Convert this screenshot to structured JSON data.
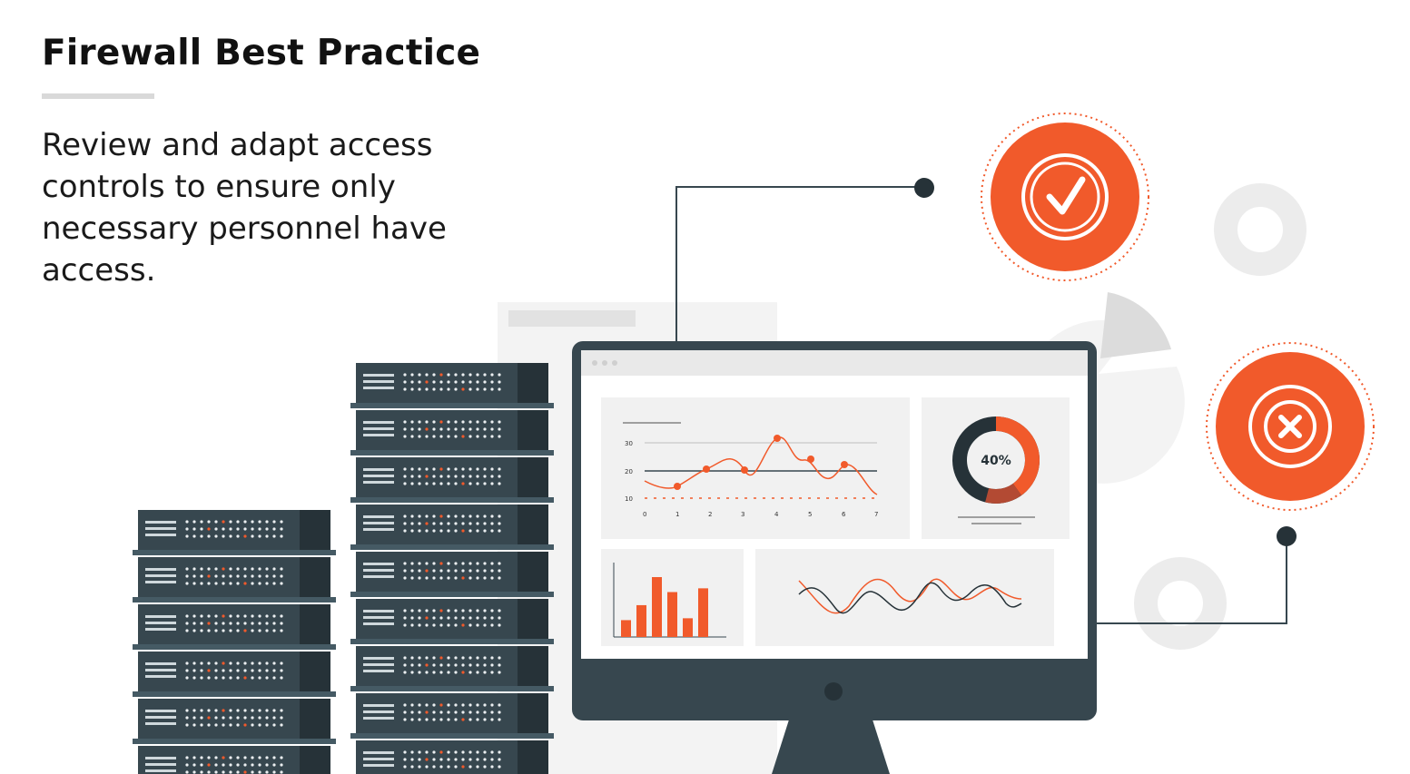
{
  "heading": {
    "title": "Firewall Best Practice",
    "description": "Review and adapt access controls to ensure only necessary personnel have access."
  },
  "illustration": {
    "donut_label": "40%",
    "line_chart_y_ticks": [
      "30",
      "20",
      "10"
    ],
    "line_chart_x_ticks": [
      "0",
      "1",
      "2",
      "3",
      "4",
      "5",
      "6",
      "7"
    ],
    "bar_chart_values": [
      18,
      34,
      64,
      48,
      20,
      52
    ],
    "donut_percent": 40,
    "icons": [
      "check-circle-icon",
      "x-circle-icon"
    ],
    "colors": {
      "accent": "#F15A2B",
      "dark": "#37474F",
      "light_gray": "#EEEEEE"
    }
  }
}
